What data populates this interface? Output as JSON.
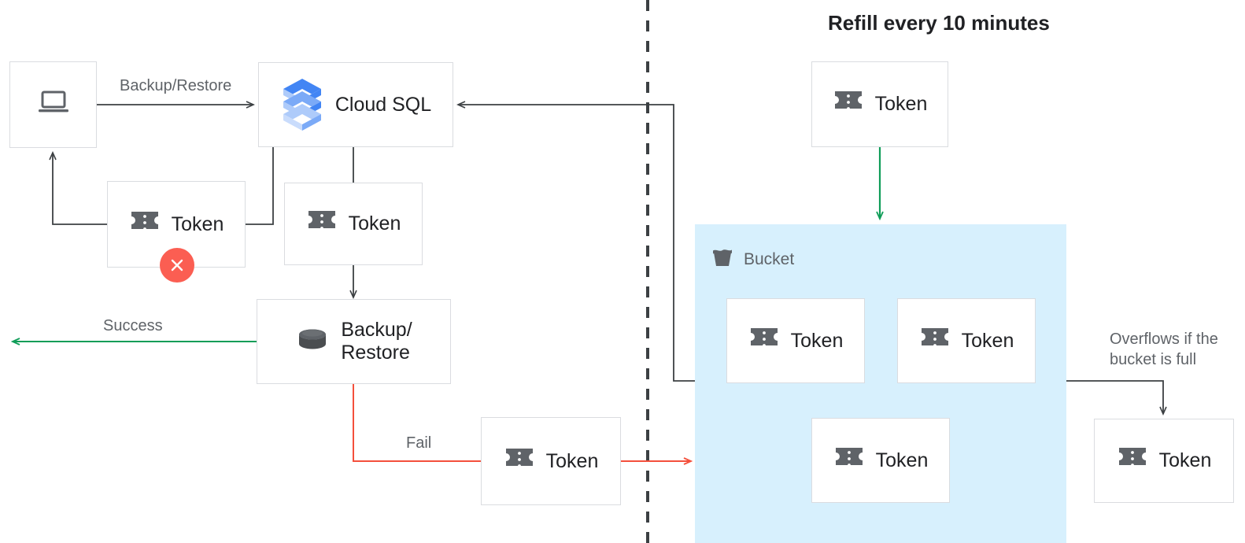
{
  "diagram": {
    "title": "Refill every 10 minutes",
    "colors": {
      "token_icon": "#5f6368",
      "node_border": "#dadce0",
      "arrow_dark": "#3c4043",
      "arrow_green": "#0f9d58",
      "arrow_red": "#f4503c",
      "error_badge": "#fb5e52",
      "bucket_fill": "#d7f0fd",
      "label_text": "#5f6368",
      "cloudsql_blue_dark": "#4285f4",
      "cloudsql_blue_mid": "#7baaf7",
      "cloudsql_blue_light": "#aecbfa"
    }
  },
  "nodes": {
    "client": {
      "icon": "laptop-icon",
      "label": ""
    },
    "cloud_sql": {
      "icon": "cloud-sql-icon",
      "label": "Cloud SQL"
    },
    "token_failed": {
      "icon": "token-icon",
      "label": "Token",
      "badge": "error-x-icon"
    },
    "token_consumed": {
      "icon": "token-icon",
      "label": "Token"
    },
    "backup_restore": {
      "icon": "database-icon",
      "label": "Backup/\nRestore"
    },
    "token_fail_return": {
      "icon": "token-icon",
      "label": "Token"
    },
    "token_refill": {
      "icon": "token-icon",
      "label": "Token"
    },
    "token_bucket_1": {
      "icon": "token-icon",
      "label": "Token"
    },
    "token_bucket_2": {
      "icon": "token-icon",
      "label": "Token"
    },
    "token_bucket_3": {
      "icon": "token-icon",
      "label": "Token"
    },
    "token_overflow": {
      "icon": "token-icon",
      "label": "Token"
    }
  },
  "bucket": {
    "icon": "bucket-icon",
    "title": "Bucket"
  },
  "edge_labels": {
    "backup_restore": "Backup/Restore",
    "success": "Success",
    "fail": "Fail",
    "overflow": "Overflows if the\nbucket is full"
  }
}
